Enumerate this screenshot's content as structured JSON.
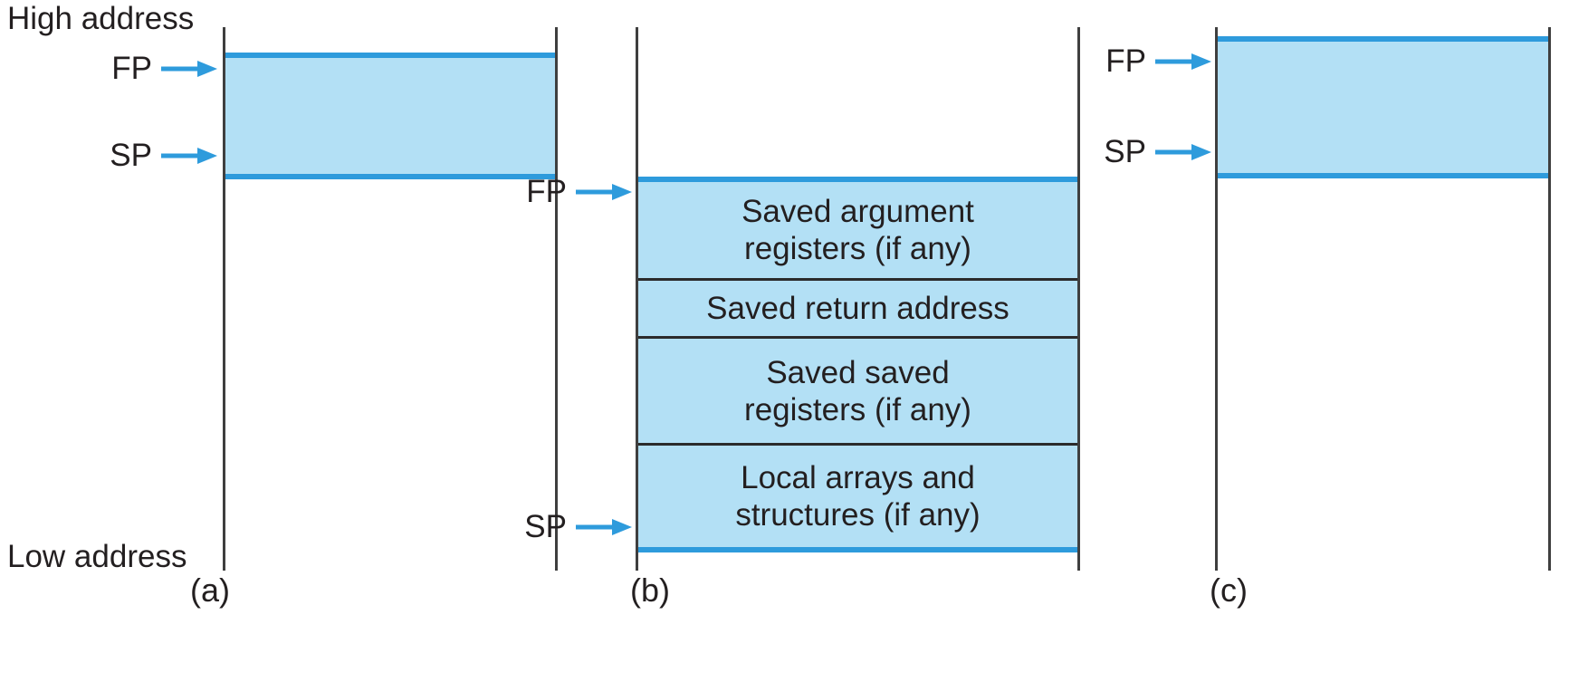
{
  "figure": {
    "title": "Stack frame layout before, during, and after procedure call",
    "colors": {
      "fill": "#b3e0f5",
      "accent_blue": "#2e9bdc",
      "line_dark": "#3f3f3f",
      "text": "#231f20",
      "background": "#ffffff"
    }
  },
  "axis": {
    "high_label": "High address",
    "low_label": "Low address"
  },
  "panels": [
    {
      "id": "a",
      "caption": "(a)",
      "pointers": [
        {
          "name": "fp",
          "label": "FP"
        },
        {
          "name": "sp",
          "label": "SP"
        }
      ],
      "cells": []
    },
    {
      "id": "b",
      "caption": "(b)",
      "pointers": [
        {
          "name": "fp",
          "label": "FP"
        },
        {
          "name": "sp",
          "label": "SP"
        }
      ],
      "cells": [
        {
          "name": "saved-argument-registers",
          "line1": "Saved argument",
          "line2": "registers (if any)"
        },
        {
          "name": "saved-return-address",
          "line1": "Saved return address",
          "line2": ""
        },
        {
          "name": "saved-saved-registers",
          "line1": "Saved saved",
          "line2": "registers (if any)"
        },
        {
          "name": "local-arrays-and-structures",
          "line1": "Local arrays and",
          "line2": "structures (if any)"
        }
      ]
    },
    {
      "id": "c",
      "caption": "(c)",
      "pointers": [
        {
          "name": "fp",
          "label": "FP"
        },
        {
          "name": "sp",
          "label": "SP"
        }
      ],
      "cells": []
    }
  ],
  "icons": {
    "arrow": "arrow-right-icon"
  }
}
